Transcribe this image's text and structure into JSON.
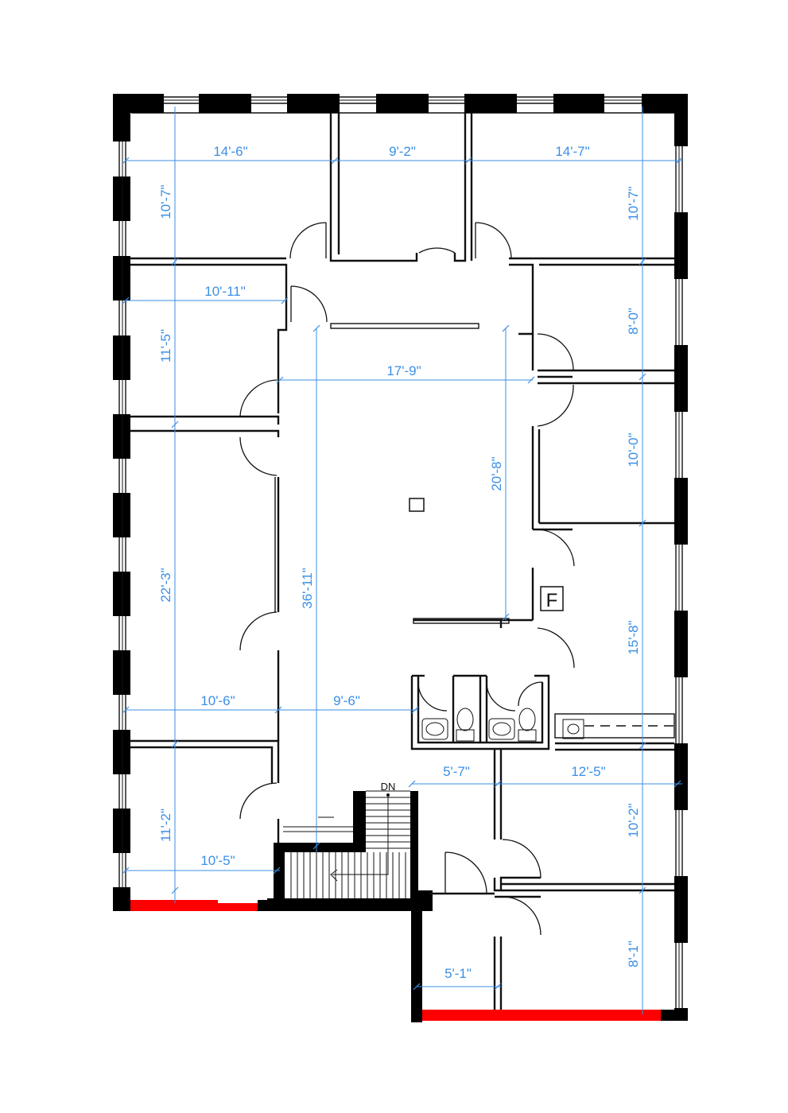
{
  "dimensions": {
    "top_left_width": "14'-6\"",
    "top_mid_width": "9'-2\"",
    "top_right_width": "14'-7\"",
    "left_room1_height": "10'-7\"",
    "left_room2_width": "10'-11\"",
    "left_room2_height": "11'-5\"",
    "hall_width": "17'-9\"",
    "right_room1_height": "10'-7\"",
    "right_room2_height": "8'-0\"",
    "right_room3_height": "10'-0\"",
    "hall_depth": "20'-8\"",
    "left_room3_height": "22'-3\"",
    "overall_depth": "36'-11\"",
    "right_room4_height": "15'-8\"",
    "lower_left_width": "10'-6\"",
    "lower_mid_width": "9'-6\"",
    "stair_width": "5'-7\"",
    "lower_right_width": "12'-5\"",
    "left_room4_height": "11'-2\"",
    "left_room4_width": "10'-5\"",
    "right_room5_height": "10'-2\"",
    "right_room6_height": "8'-1\"",
    "bottom_corridor_width": "5'-1\""
  },
  "labels": {
    "stairs_down": "DN",
    "fire_marker": "F"
  }
}
